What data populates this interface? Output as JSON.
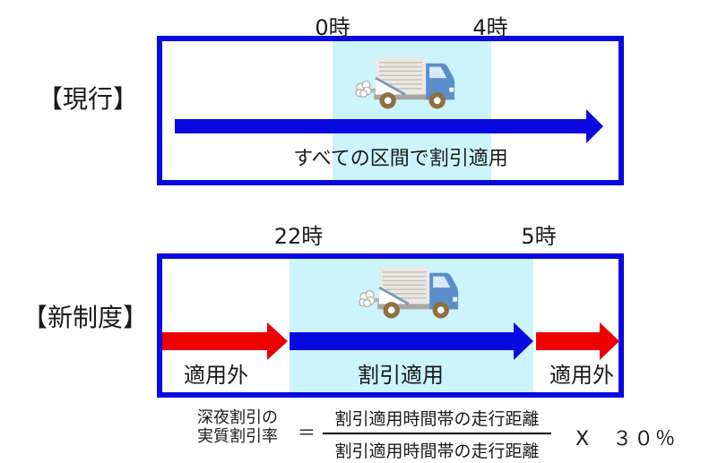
{
  "colors": {
    "box_border_blue": "#0a0ae0",
    "arrow_blue": "#0a0ae0",
    "arrow_red": "#ee0000",
    "discount_window_cyan": "#ccf4fd",
    "text": "#1a1a1a",
    "truck_cab_blue": "#5b8ec9",
    "truck_cargo_grey": "#eae8e2",
    "truck_wheel_brown": "#8f7040"
  },
  "icons": {
    "truck_icon": "delivery-truck-facing-right",
    "exhaust_icon": "exhaust-smoke-puff"
  },
  "current_system": {
    "label": "【現行】",
    "start_time": "0時",
    "end_time": "4時",
    "arrow_caption": "すべての区間で割引適用"
  },
  "new_system": {
    "label": "【新制度】",
    "start_time": "22時",
    "end_time": "5時",
    "outside_left_label": "適用外",
    "discount_label": "割引適用",
    "outside_right_label": "適用外"
  },
  "formula": {
    "lhs_line1": "深夜割引の",
    "lhs_line2": "実質割引率",
    "equals_sign": "＝",
    "numerator": "割引適用時間帯の走行距離",
    "denominator": "割引適用時間帯の走行距離",
    "multiplier": "X　３０％"
  }
}
